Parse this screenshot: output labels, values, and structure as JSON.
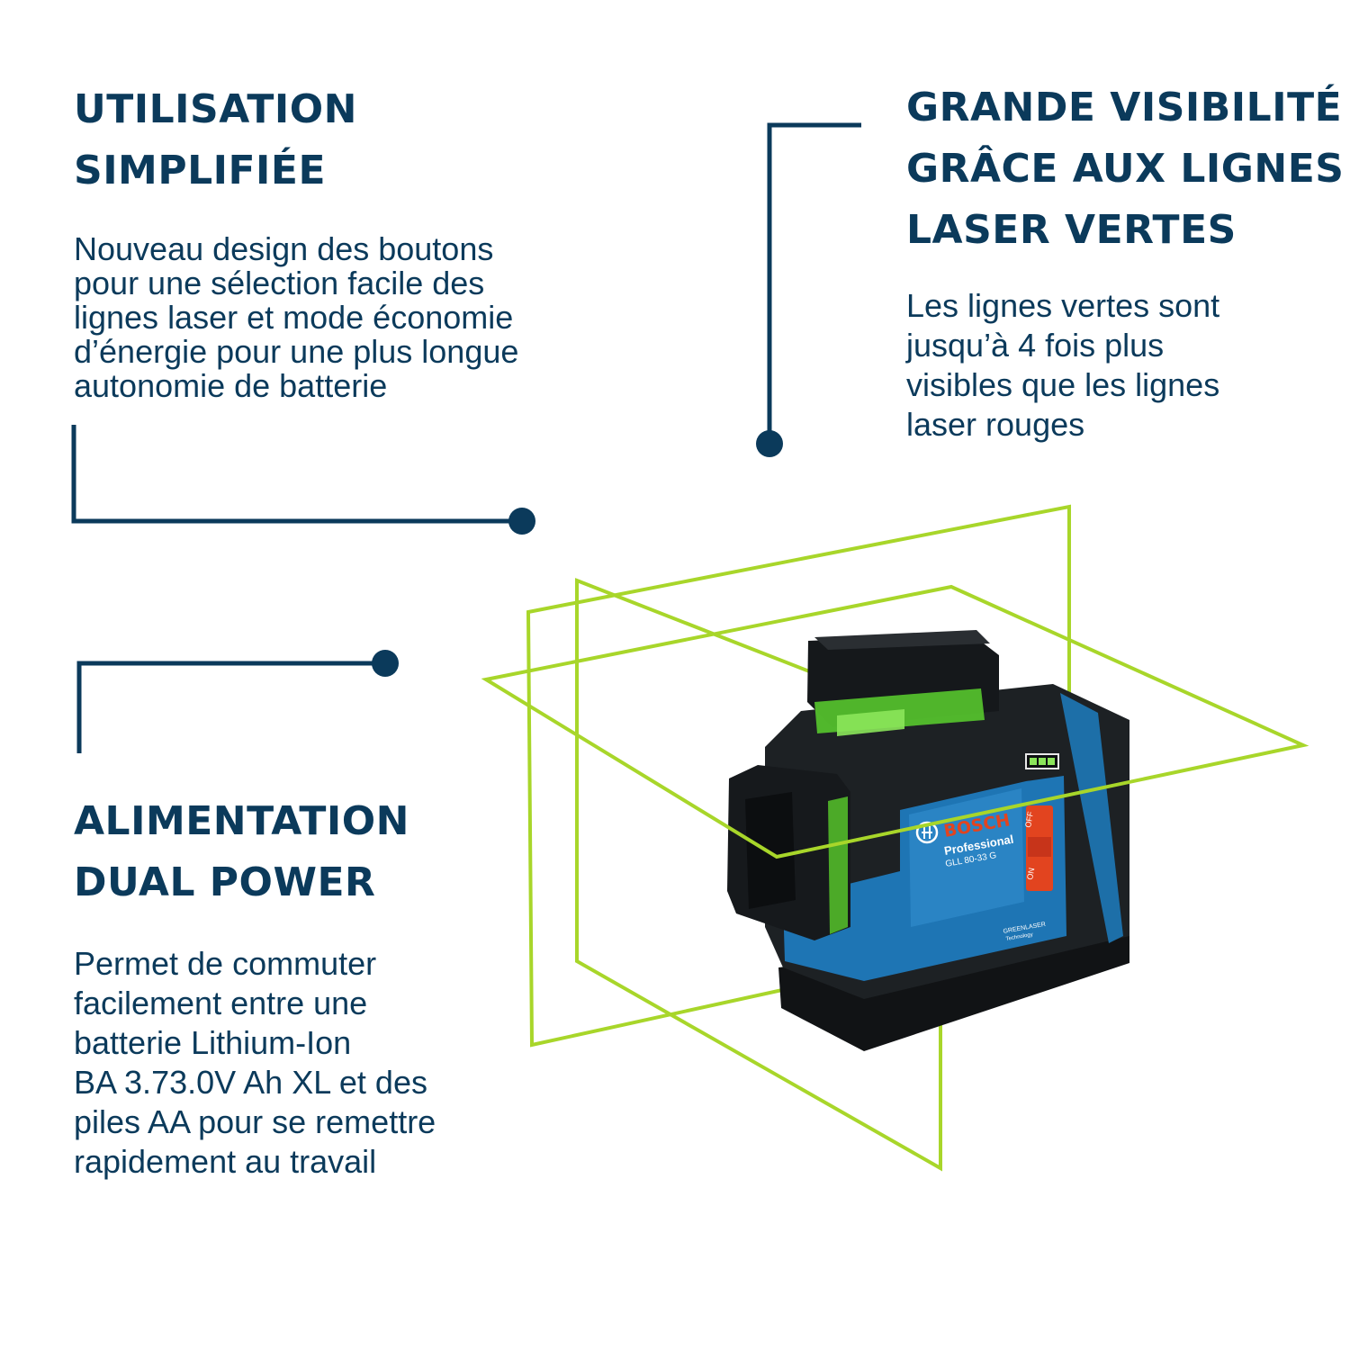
{
  "features": {
    "easy_use": {
      "title_lines": [
        "UTILISATION",
        "SIMPLIFIÉE"
      ],
      "body_lines": [
        "Nouveau design des boutons",
        "pour une sélection facile des",
        "lignes laser et mode économie",
        "d’énergie pour une plus longue",
        "autonomie de batterie"
      ]
    },
    "visibility": {
      "title_lines": [
        "GRANDE VISIBILITÉ",
        "GRÂCE AUX LIGNES",
        "LASER VERTES"
      ],
      "body_lines": [
        "Les lignes vertes sont",
        "jusqu’à 4 fois plus",
        "visibles que les lignes",
        "laser rouges"
      ]
    },
    "power": {
      "title_lines": [
        "ALIMENTATION",
        "DUAL POWER"
      ],
      "body_lines": [
        "Permet de commuter",
        "facilement entre une",
        "batterie Lithium-Ion",
        "BA 3.73.0V Ah XL et des",
        "piles AA pour se remettre",
        "rapidement au travail"
      ]
    }
  },
  "product": {
    "brand": "BOSCH",
    "line": "Professional",
    "model": "GLL 80-33 G",
    "switch_off": "OFF",
    "switch_on": "ON",
    "badge_top": "GREENLASER",
    "badge_bottom": "Technology"
  },
  "colors": {
    "text": "#0b3a5b",
    "callout": "#0b3a5b",
    "laser": "#a8d62a",
    "body_blue": "#1d6fa8",
    "housing": "#1a1d20",
    "switch": "#e2441f"
  }
}
